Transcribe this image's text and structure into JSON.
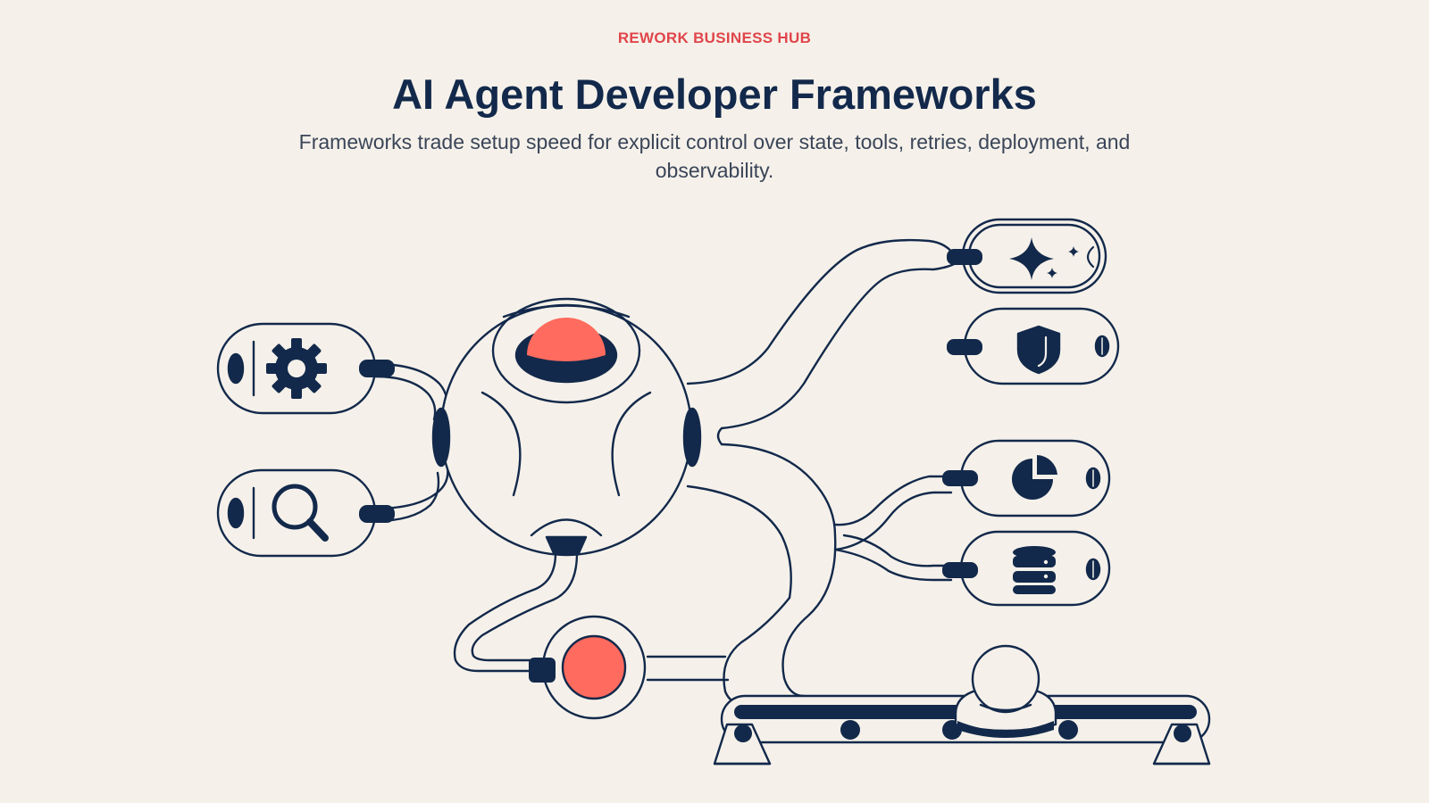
{
  "header": {
    "eyebrow": "REWORK BUSINESS HUB",
    "title": "AI Agent Developer Frameworks",
    "subtitle": "Frameworks trade setup speed for explicit control over state, tools, retries, deployment, and observability."
  },
  "illustration": {
    "left_icons": [
      "gear-icon",
      "search-icon"
    ],
    "right_icons": [
      "sparkle-icon",
      "shield-icon",
      "pie-chart-icon",
      "database-icon"
    ],
    "colors": {
      "ink": "#13294b",
      "accent": "#ff6b5e",
      "background": "#f5f1ea",
      "eyebrow": "#e0454b"
    }
  }
}
